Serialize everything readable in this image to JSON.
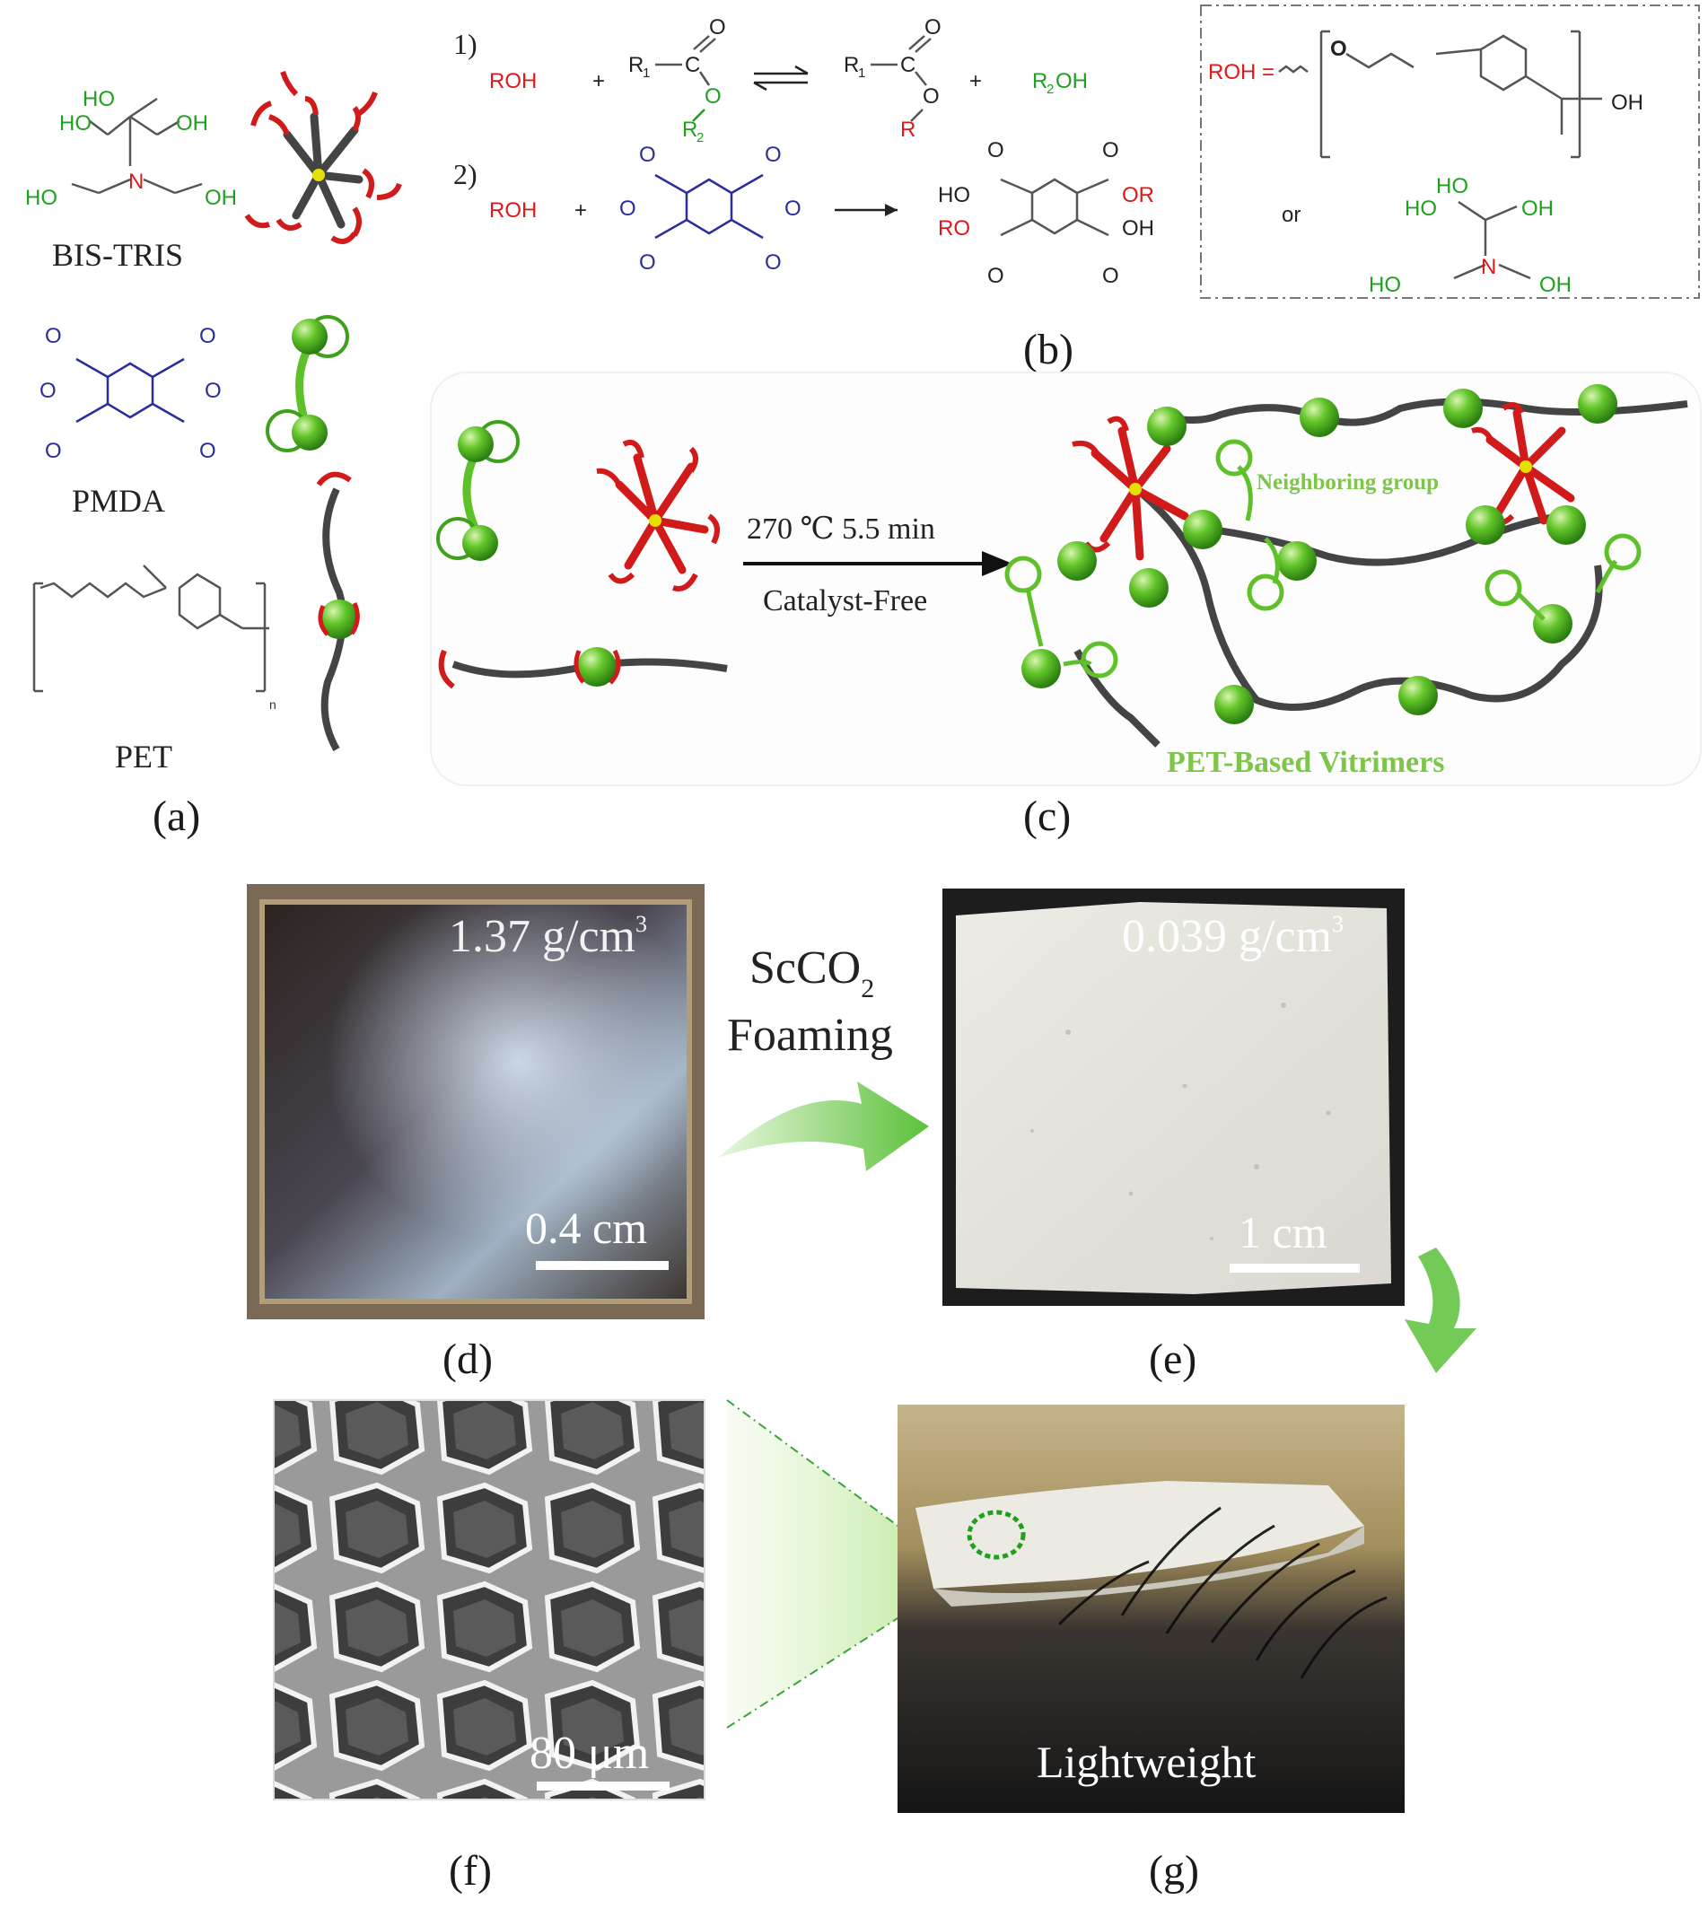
{
  "panels": {
    "a": {
      "caption": "(a)",
      "bistris": {
        "name": "BIS-TRIS",
        "ho1": "HO",
        "ho2": "HO",
        "oh1": "OH",
        "ho3": "HO",
        "oh2": "OH",
        "n": "N"
      },
      "pmda": {
        "name": "PMDA"
      },
      "pet": {
        "name": "PET",
        "n_sub": "n"
      }
    },
    "b": {
      "caption": "(b)",
      "step1": "1)",
      "step2": "2)",
      "roh": "ROH",
      "plus": "+",
      "r1": "R",
      "r2": "R",
      "r2oh": "R",
      "r2oh_tail": "OH",
      "sub1": "1",
      "sub2": "2",
      "ho": "HO",
      "or": "OR",
      "ro": "RO",
      "oh": "OH",
      "r_letter": "R",
      "o_letter": "O",
      "c_letter": "C",
      "box": {
        "roh_eq": "ROH =",
        "oh": "OH",
        "or_word": "or",
        "o": "O"
      }
    },
    "c": {
      "caption": "(c)",
      "condition": "270 ℃ 5.5 min",
      "catalyst": "Catalyst-Free",
      "neighboring": "Neighboring group",
      "product": "PET-Based Vitrimers"
    },
    "d": {
      "caption": "(d)",
      "density": "1.37 g/cm",
      "density_sup": "3",
      "scale": "0.4 cm"
    },
    "e": {
      "caption": "(e)",
      "density": "0.039 g/cm",
      "density_sup": "3",
      "scale": "1 cm"
    },
    "foaming": {
      "line1": "ScCO",
      "sub": "2",
      "line2": "Foaming"
    },
    "f": {
      "caption": "(f)",
      "scale": "80 μm"
    },
    "g": {
      "caption": "(g)",
      "label": "Lightweight"
    }
  },
  "colors": {
    "red": "#e01818",
    "green": "#1fa01f",
    "sphere": "#55c225",
    "chain": "#444444",
    "blue": "#2b2d9b",
    "arrow_green": "#5cc13a"
  }
}
